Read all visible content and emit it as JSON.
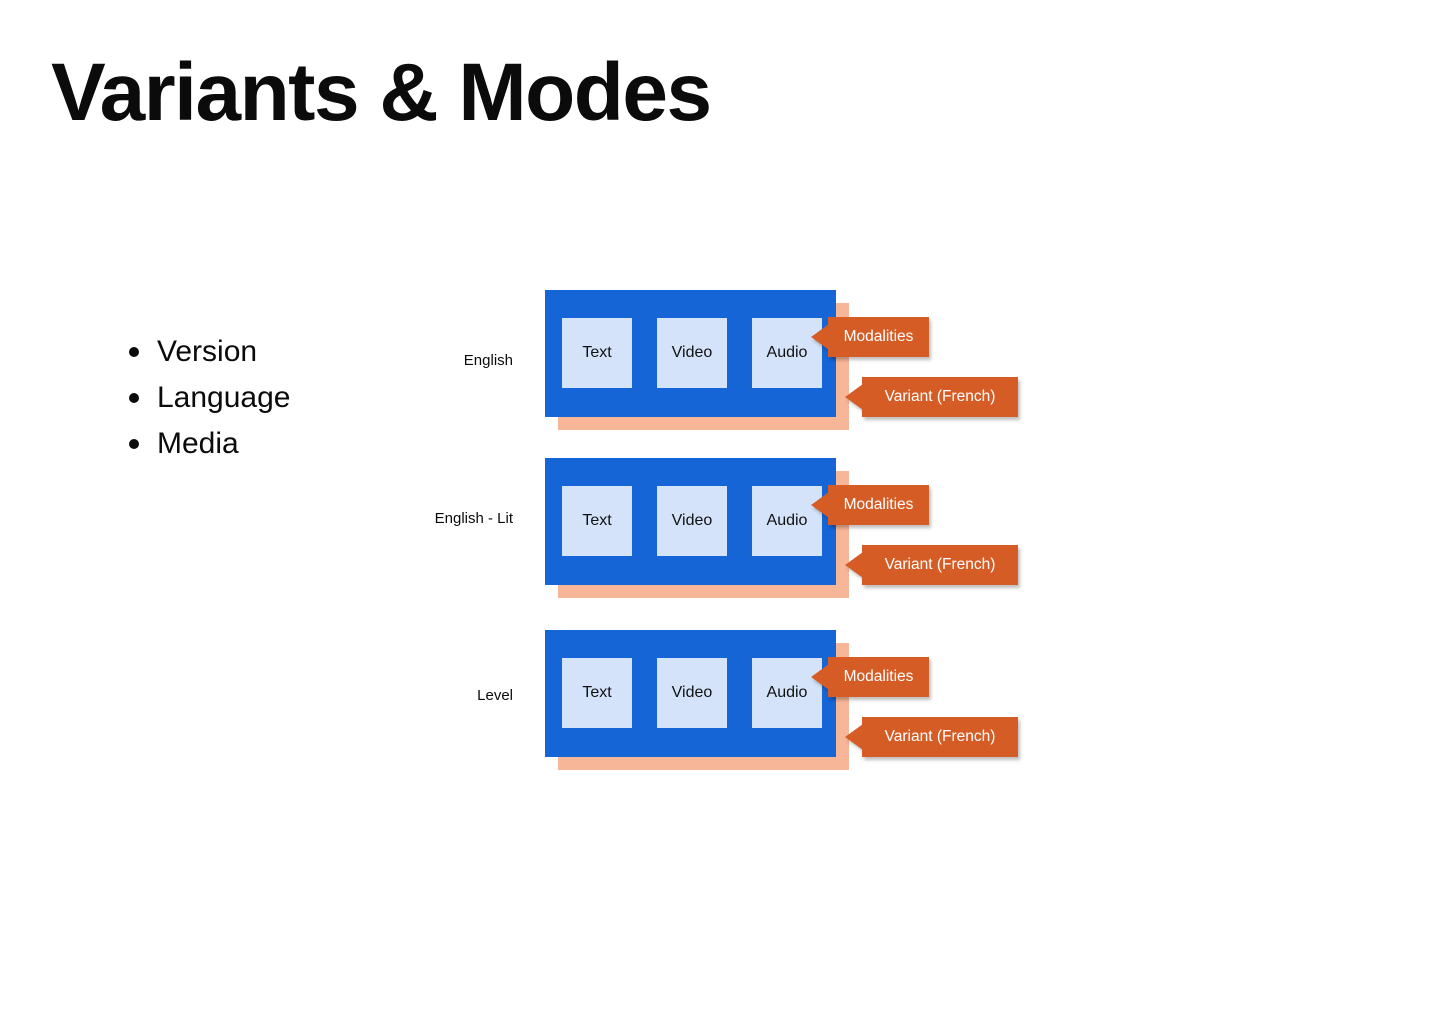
{
  "title": "Variants & Modes",
  "bullets": [
    "Version",
    "Language",
    "Media"
  ],
  "rows": [
    {
      "label": "English"
    },
    {
      "label": "English - Lit"
    },
    {
      "label": "Level"
    }
  ],
  "modalities": [
    "Text",
    "Video",
    "Audio"
  ],
  "callouts": {
    "modalities_label": "Modalities",
    "variant_label": "Variant (French)"
  },
  "colors": {
    "bar_blue": "#1565d6",
    "mode_light_blue": "#d4e3fa",
    "variant_salmon": "#f8b698",
    "callout_orange": "#d65c26",
    "text_dark": "#0b0b0b"
  }
}
